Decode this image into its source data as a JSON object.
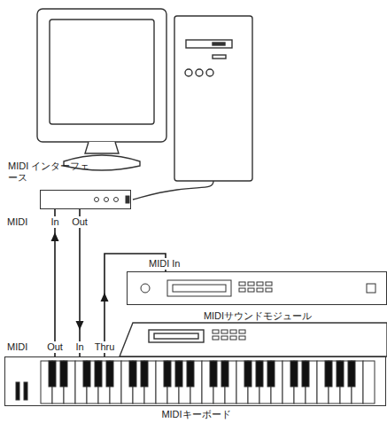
{
  "diagram": {
    "nodes": [
      {
        "text": [
          "MIDI インターフェース"
        ]
      },
      {
        "text": [
          "MIDIサウンドモジュール"
        ]
      },
      {
        "text": [
          "MIDIキーボード"
        ]
      }
    ],
    "edges": [
      {
        "from": 2,
        "to": 0,
        "arrow": "to"
      },
      {
        "from": 0,
        "to": 2,
        "arrow": "to"
      },
      {
        "from": 2,
        "to": 1,
        "arrow": "to"
      }
    ],
    "labels": [
      "MIDI",
      "In",
      "Out",
      "MIDI In",
      "MIDI",
      "Out",
      "In",
      "Thru"
    ]
  }
}
